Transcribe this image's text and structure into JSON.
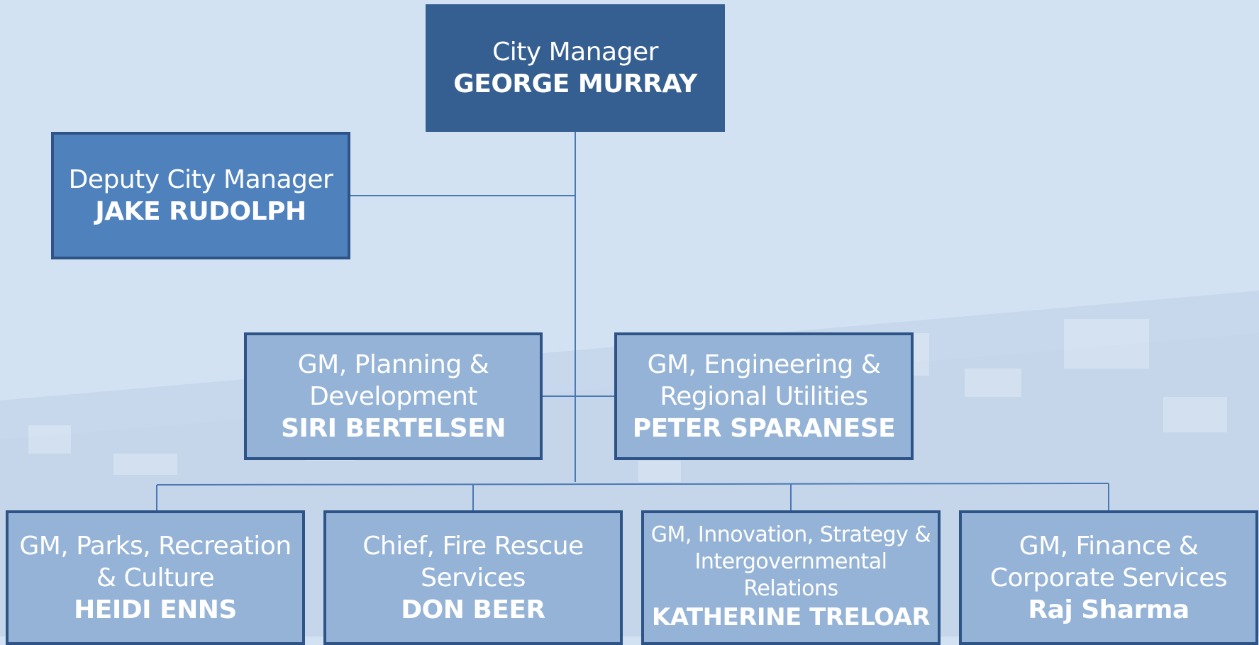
{
  "colors": {
    "background": "#d3e2f3",
    "top_box": "#365f91",
    "deputy_box": "#4f81bd",
    "gm_box": "#95b3d7",
    "border": "#2e5487",
    "connector": "#4a78b5"
  },
  "chart": {
    "city_manager": {
      "title": "City Manager",
      "name": "GEORGE MURRAY"
    },
    "deputy": {
      "title": "Deputy City Manager",
      "name": "JAKE RUDOLPH"
    },
    "gm_planning": {
      "title_line1": "GM, Planning &",
      "title_line2": "Development",
      "name": "SIRI BERTELSEN"
    },
    "gm_engineering": {
      "title_line1": "GM, Engineering &",
      "title_line2": "Regional Utilities",
      "name": "PETER SPARANESE"
    },
    "gm_parks": {
      "title_line1": "GM, Parks, Recreation",
      "title_line2": "& Culture",
      "name": "HEIDI ENNS"
    },
    "fire_chief": {
      "title_line1": "Chief, Fire Rescue",
      "title_line2": "Services",
      "name": "DON BEER"
    },
    "gm_innovation": {
      "title_line1": "GM, Innovation, Strategy &",
      "title_line2": "Intergovernmental",
      "title_line3": "Relations",
      "name": "KATHERINE TRELOAR"
    },
    "gm_finance": {
      "title_line1": "GM, Finance &",
      "title_line2": "Corporate Services",
      "name": "Raj Sharma"
    }
  }
}
